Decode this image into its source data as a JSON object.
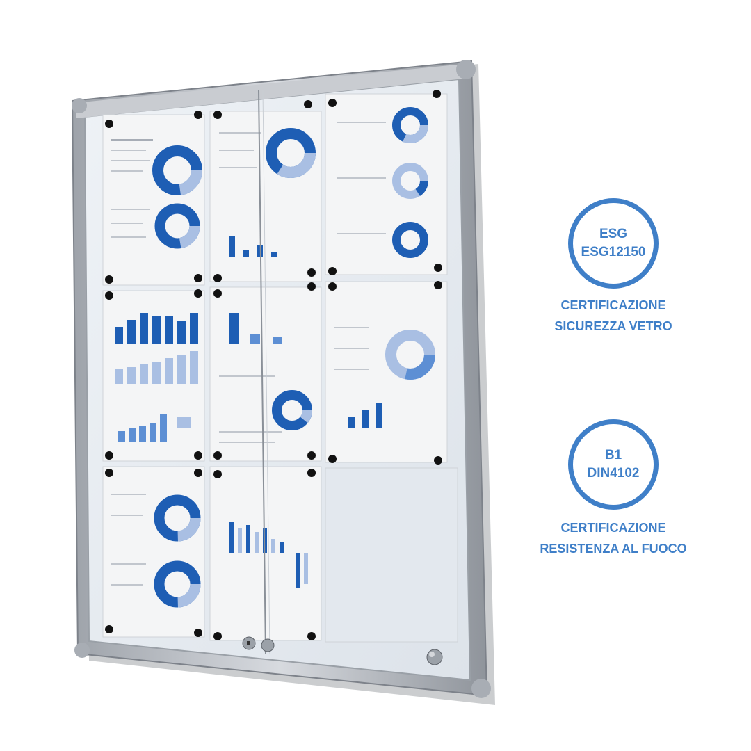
{
  "colors": {
    "accent": "#3f7fc8",
    "frame": "#b8bcc2",
    "chart_dark": "#1e5eb4",
    "chart_light": "#a9bfe3"
  },
  "badges": [
    {
      "line1": "ESG",
      "line2": "ESG12150",
      "caption1": "CERTIFICAZIONE",
      "caption2": "SICUREZZA VETRO"
    },
    {
      "line1": "B1",
      "line2": "DIN4102",
      "caption1": "CERTIFICAZIONE",
      "caption2": "RESISTENZA AL FUOCO"
    }
  ],
  "showcase": {
    "object": "sliding-door-display-case",
    "sheets": 8,
    "empty_slots": 1,
    "icons": [
      "lock-icon",
      "magnet-icon",
      "door-knob-icon"
    ]
  }
}
